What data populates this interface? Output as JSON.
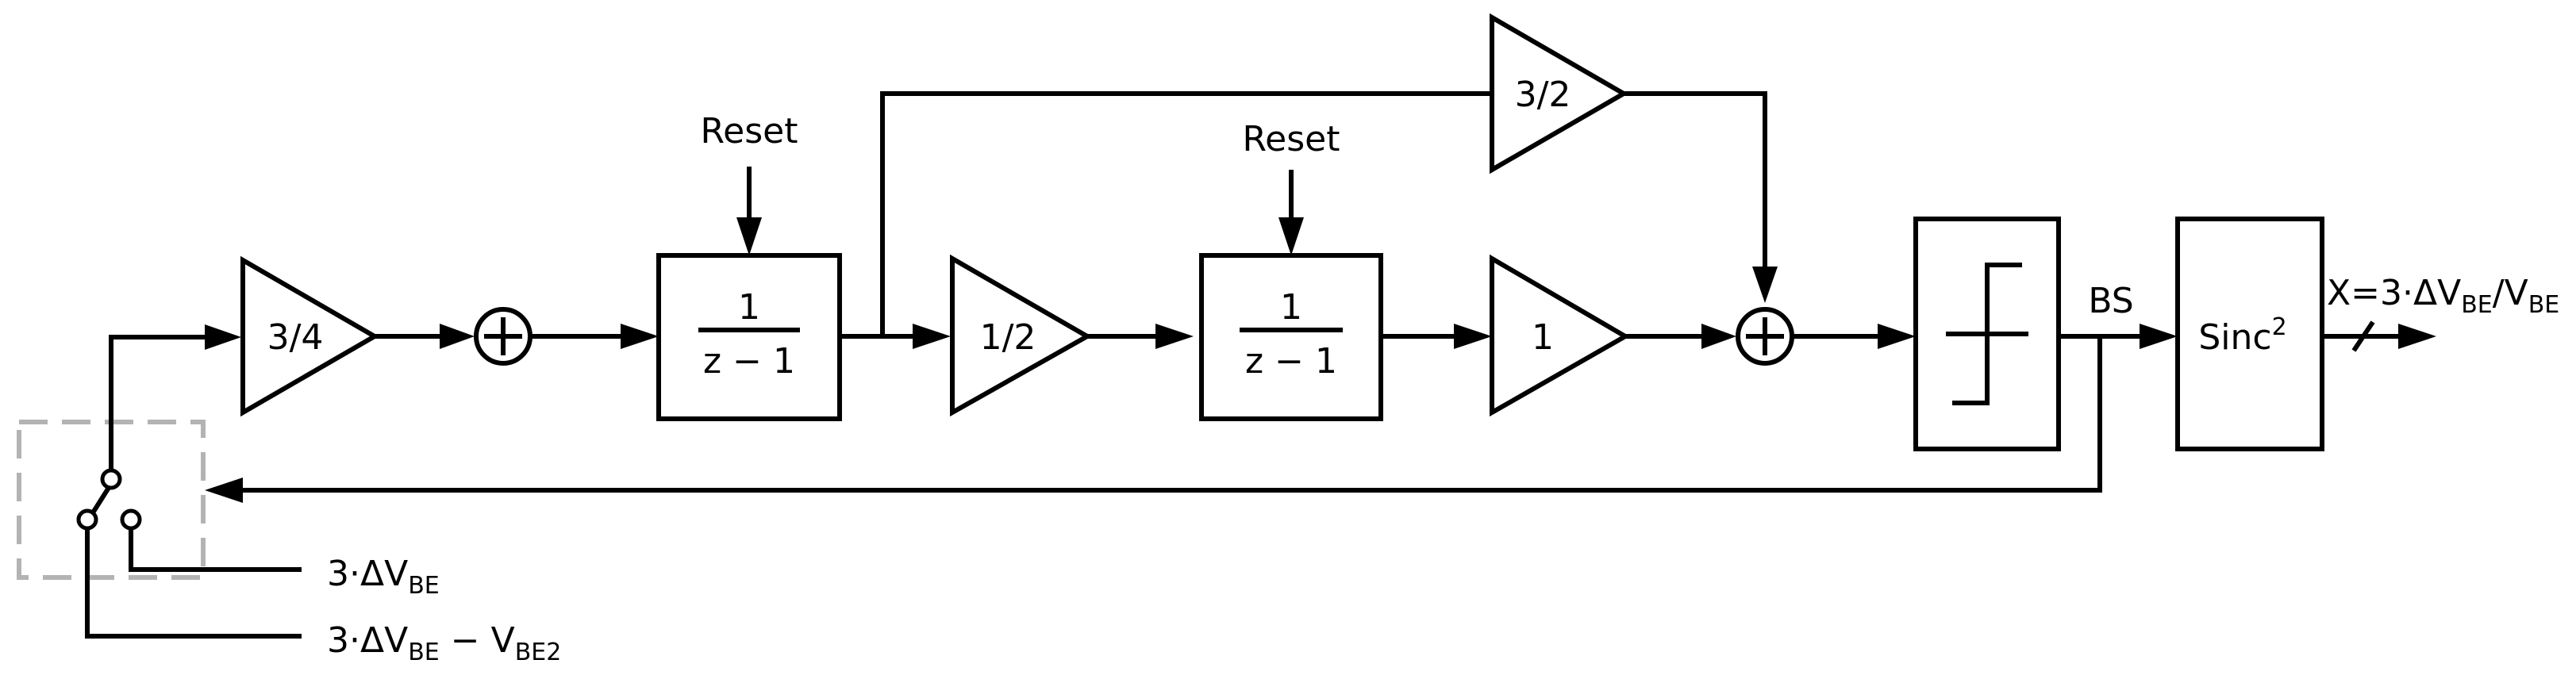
{
  "gains": {
    "g1": "3/4",
    "g2": "1/2",
    "g3": "1",
    "g4": "3/2"
  },
  "integrator": {
    "numerator": "1",
    "denominator": "z − 1"
  },
  "reset_label": "Reset",
  "bitstream_label": "BS",
  "filter": {
    "name": "Sinc",
    "exponent": "2"
  },
  "output_label": {
    "prefix": "X=3·ΔV",
    "sub1": "BE",
    "mid": "/V",
    "sub2": "BE"
  },
  "input1": {
    "prefix": "3·ΔV",
    "sub": "BE"
  },
  "input2": {
    "prefix": "3·ΔV",
    "sub1": "BE",
    "mid": " − V",
    "sub2": "BE2"
  },
  "colors": {
    "line": "#000000",
    "switch_box": "#b3b3b3"
  }
}
